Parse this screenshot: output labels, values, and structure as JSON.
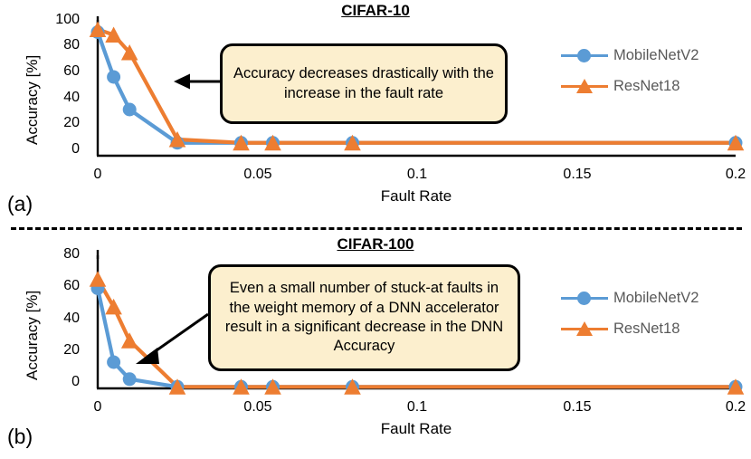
{
  "figure": {
    "divider_icon": "dashed-divider"
  },
  "panels": [
    {
      "letter": "(a)",
      "title": "CIFAR-10",
      "xlabel": "Fault Rate",
      "ylabel": "Accuracy [%]",
      "xticks": [
        "0",
        "0.05",
        "0.1",
        "0.15",
        "0.2"
      ],
      "yticks": [
        "0",
        "20",
        "40",
        "60",
        "80",
        "100"
      ],
      "callout": "Accuracy decreases drastically with the increase in the fault rate",
      "legend": [
        {
          "label": "MobileNetV2",
          "color": "#5B9BD5",
          "marker": "circle"
        },
        {
          "label": "ResNet18",
          "color": "#ED7D31",
          "marker": "triangle"
        }
      ]
    },
    {
      "letter": "(b)",
      "title": "CIFAR-100",
      "xlabel": "Fault Rate",
      "ylabel": "Accuracy [%]",
      "xticks": [
        "0",
        "0.05",
        "0.1",
        "0.15",
        "0.2"
      ],
      "yticks": [
        "0",
        "20",
        "40",
        "60",
        "80"
      ],
      "callout": "Even a small number of stuck-at faults in the weight memory of a DNN accelerator result in a significant decrease in the DNN Accuracy",
      "legend": [
        {
          "label": "MobileNetV2",
          "color": "#5B9BD5",
          "marker": "circle"
        },
        {
          "label": "ResNet18",
          "color": "#ED7D31",
          "marker": "triangle"
        }
      ]
    }
  ],
  "chart_data": [
    {
      "type": "line",
      "title": "CIFAR-10",
      "xlabel": "Fault Rate",
      "ylabel": "Accuracy [%]",
      "xlim": [
        0,
        0.2
      ],
      "ylim": [
        0,
        100
      ],
      "xticks": [
        0,
        0.05,
        0.1,
        0.15,
        0.2
      ],
      "yticks": [
        0,
        20,
        40,
        60,
        80,
        100
      ],
      "grid": false,
      "legend_position": "top-right",
      "x": [
        0,
        0.005,
        0.01,
        0.04,
        0.08,
        0.1,
        0.15,
        0.2
      ],
      "series": [
        {
          "name": "MobileNetV2",
          "color": "#5B9BD5",
          "marker": "circle",
          "values": [
            91,
            58,
            34,
            9.5,
            9.5,
            9.5,
            9.5,
            9.5
          ]
        },
        {
          "name": "ResNet18",
          "color": "#ED7D31",
          "marker": "triangle",
          "values": [
            93,
            89,
            76,
            12,
            9.5,
            9.5,
            9.5,
            9.5
          ]
        }
      ],
      "annotations": [
        {
          "text": "Accuracy decreases drastically with the increase in the fault rate",
          "points_to": [
            0.012,
            58
          ]
        }
      ]
    },
    {
      "type": "line",
      "title": "CIFAR-100",
      "xlabel": "Fault Rate",
      "ylabel": "Accuracy [%]",
      "xlim": [
        0,
        0.2
      ],
      "ylim": [
        0,
        80
      ],
      "xticks": [
        0,
        0.05,
        0.1,
        0.15,
        0.2
      ],
      "yticks": [
        0,
        20,
        40,
        60,
        80
      ],
      "grid": false,
      "legend_position": "right",
      "x": [
        0,
        0.005,
        0.01,
        0.04,
        0.08,
        0.1,
        0.15,
        0.2
      ],
      "series": [
        {
          "name": "MobileNetV2",
          "color": "#5B9BD5",
          "marker": "circle",
          "values": [
            65,
            17,
            6,
            1,
            1,
            1,
            1,
            1
          ]
        },
        {
          "name": "ResNet18",
          "color": "#ED7D31",
          "marker": "triangle",
          "values": [
            71,
            53,
            31,
            1,
            1,
            1,
            1,
            1
          ]
        }
      ],
      "annotations": [
        {
          "text": "Even a small number of stuck-at faults in the weight memory of a DNN accelerator result in a significant decrease in the DNN Accuracy",
          "points_to": [
            0.013,
            17
          ]
        }
      ]
    }
  ]
}
